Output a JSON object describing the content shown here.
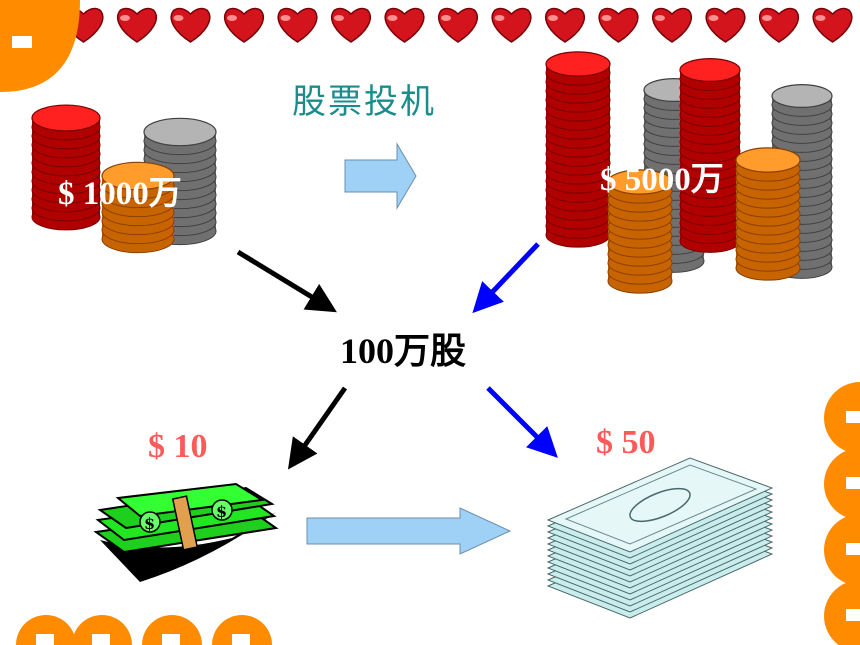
{
  "title": "股票投机",
  "start_value": "$ 1000万",
  "end_value": "$ 5000万",
  "shares": "100万股",
  "low_price": "$ 10",
  "high_price": "$ 50",
  "colors": {
    "title": "#1a8c8c",
    "price": "#ff5a5a",
    "hearts": "#d4141c",
    "orange_deco": "#ff8c00",
    "block_arrow": "#9fd0f5",
    "blue_arrow": "#0000ff",
    "black_arrow": "#000000"
  }
}
